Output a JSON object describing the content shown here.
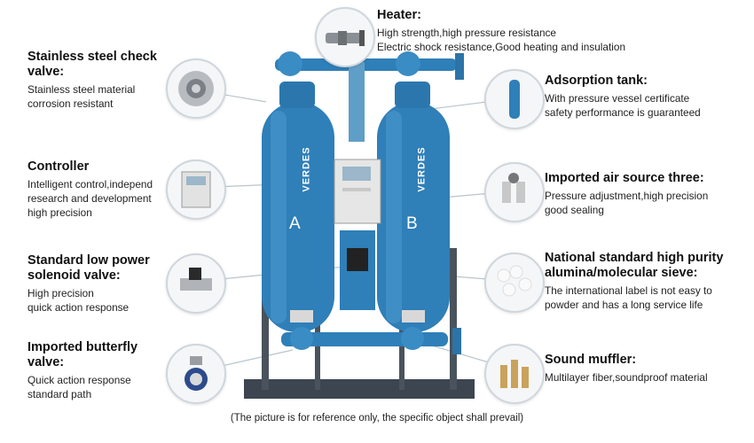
{
  "features": {
    "heater": {
      "title": "Heater:",
      "lines": [
        "High strength,high pressure resistance",
        "Electric shock resistance,Good heating and insulation"
      ],
      "icon": "heater-icon"
    },
    "check_valve": {
      "title_lines": [
        "Stainless steel check",
        "valve:"
      ],
      "lines": [
        "Stainless steel material",
        "corrosion resistant"
      ],
      "icon": "check-valve-icon"
    },
    "controller": {
      "title": "Controller",
      "lines": [
        "Intelligent control,independ",
        "research and development",
        "high precision"
      ],
      "icon": "controller-icon"
    },
    "solenoid": {
      "title_lines": [
        "Standard low power",
        "solenoid valve:"
      ],
      "lines": [
        "High precision",
        "quick action response"
      ],
      "icon": "solenoid-valve-icon"
    },
    "butterfly": {
      "title_lines": [
        "Imported butterfly",
        "valve:"
      ],
      "lines": [
        "Quick action response",
        "standard path"
      ],
      "icon": "butterfly-valve-icon"
    },
    "adsorption": {
      "title": "Adsorption tank:",
      "lines": [
        "With pressure vessel certificate",
        "safety performance is guaranteed"
      ],
      "icon": "adsorption-tank-icon"
    },
    "air_source": {
      "title": "Imported air source three:",
      "lines": [
        "Pressure adjustment,high precision",
        "good sealing"
      ],
      "icon": "air-source-icon"
    },
    "alumina": {
      "title_lines": [
        "National standard high purity",
        "alumina/molecular sieve:"
      ],
      "lines": [
        "The international label is not easy to",
        "powder and has a long service life"
      ],
      "icon": "alumina-beads-icon"
    },
    "muffler": {
      "title": "Sound muffler:",
      "lines": [
        "Multilayer fiber,soundproof material"
      ],
      "icon": "muffler-icon"
    }
  },
  "machine": {
    "brand": "VERDES",
    "tank_a_label": "A",
    "tank_b_label": "B"
  },
  "colors": {
    "tank_blue": "#2f7fb8",
    "tank_dark": "#1f5f8e",
    "frame": "#3d4650",
    "line": "#b8c4cc"
  },
  "footer": "(The picture is for reference only, the specific object shall prevail)"
}
